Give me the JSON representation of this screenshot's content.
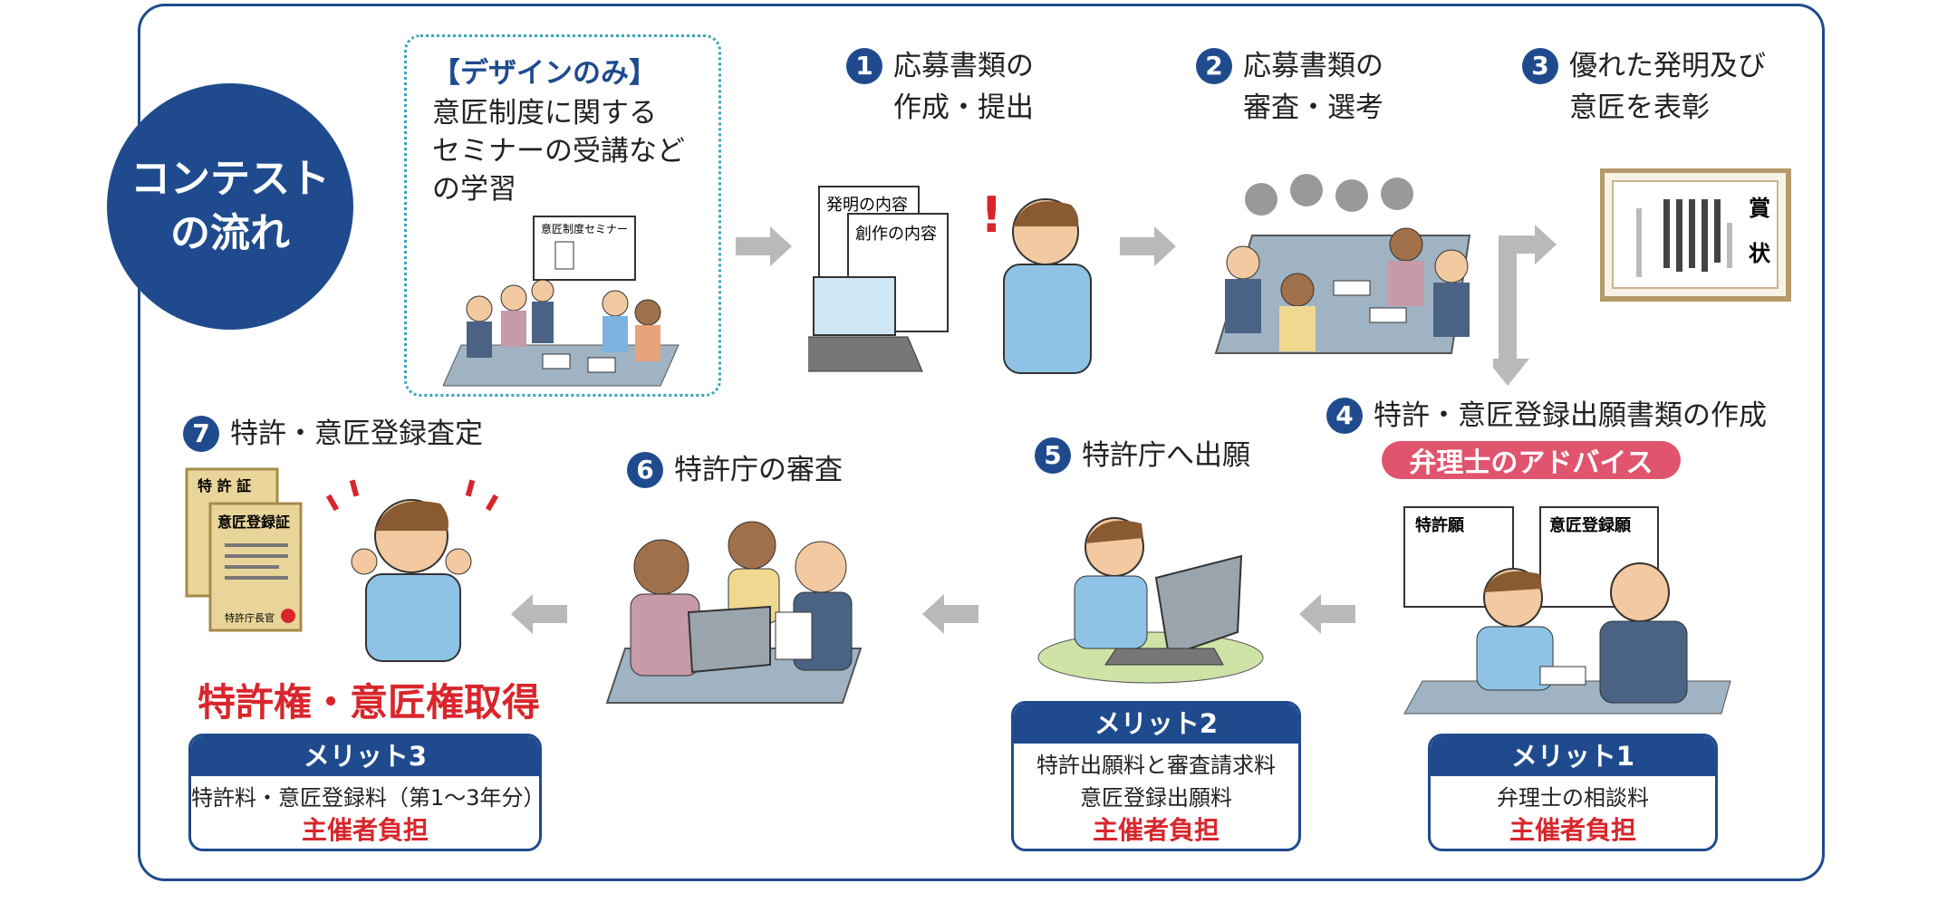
{
  "badge": {
    "line1": "コンテスト",
    "line2": "の流れ"
  },
  "learning": {
    "tag": "【デザインのみ】",
    "lines": [
      "意匠制度に関する",
      "セミナーの受講など",
      "の学習"
    ],
    "board_label": "意匠制度セミナー"
  },
  "steps": [
    {
      "num": "1",
      "lines": [
        "応募書類の",
        "作成・提出"
      ]
    },
    {
      "num": "2",
      "lines": [
        "応募書類の",
        "審査・選考"
      ]
    },
    {
      "num": "3",
      "lines": [
        "優れた発明及び",
        "意匠を表彰"
      ]
    },
    {
      "num": "4",
      "lines": [
        "特許・意匠登録出願書類の作成"
      ]
    },
    {
      "num": "5",
      "lines": [
        "特許庁へ出願"
      ]
    },
    {
      "num": "6",
      "lines": [
        "特許庁の審査"
      ]
    },
    {
      "num": "7",
      "lines": [
        "特許・意匠登録査定"
      ]
    }
  ],
  "doc_labels": {
    "invention": "発明の内容",
    "creation": "創作の内容",
    "patent_app": "特許願",
    "design_app": "意匠登録願",
    "award": [
      "賞",
      "状"
    ],
    "patent_cert": "特 許 証",
    "design_cert": "意匠登録証",
    "office": "特許庁長官"
  },
  "advice": "弁理士のアドバイス",
  "merits": [
    {
      "title": "メリット1",
      "lines": [
        "弁理士の相談料"
      ],
      "burden": "主催者負担"
    },
    {
      "title": "メリット2",
      "lines": [
        "特許出願料と審査請求料",
        "意匠登録出願料"
      ],
      "burden": "主催者負担"
    },
    {
      "title": "メリット3",
      "lines": [
        "特許料・意匠登録料（第1～3年分）"
      ],
      "burden": "主催者負担"
    }
  ],
  "acquisition": "特許権・意匠権取得",
  "colors": {
    "navy": "#1f4b8e",
    "red": "#d8262c",
    "pink": "#e1546e",
    "arrow": "#b9b9b9",
    "teal": "#3aa6b9"
  }
}
